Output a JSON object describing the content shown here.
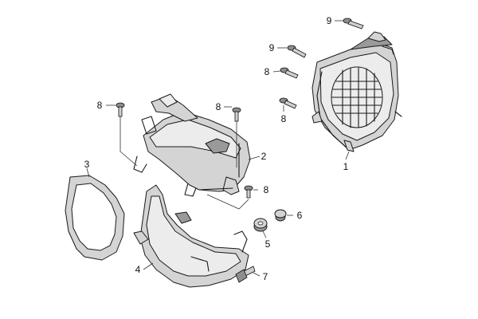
{
  "diagram": {
    "labels": {
      "fan_shroud": "1",
      "upper_cover": "2",
      "gasket": "3",
      "lower_cover": "4",
      "grommet": "5",
      "collar": "6",
      "bolt_7": "7",
      "screw_8": "8",
      "screw_9": "9"
    }
  },
  "colors": {
    "line": "#1a1a1a",
    "shade": "#d4d4d4",
    "background": "#ffffff"
  }
}
